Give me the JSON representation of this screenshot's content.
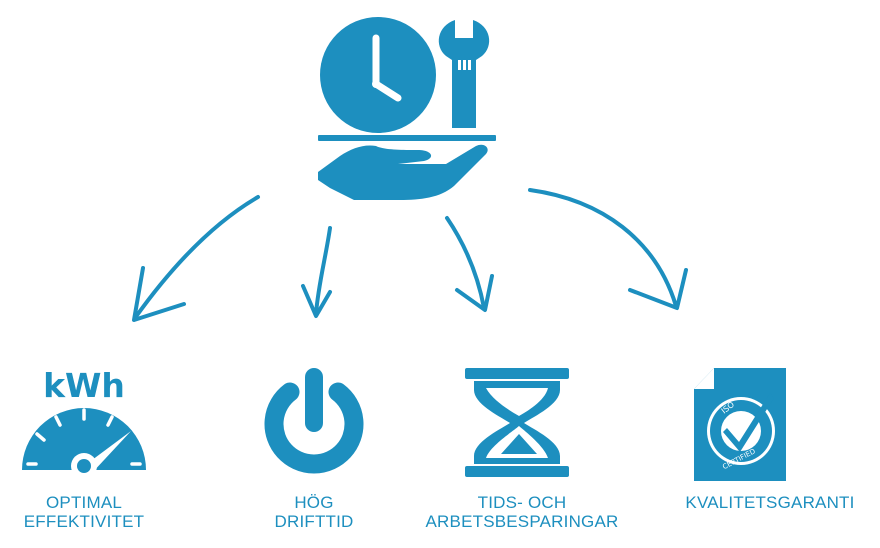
{
  "brand_color": "#1d8fbf",
  "top_icon": {
    "icons": [
      "clock-icon",
      "wrench-icon",
      "serving-hand-icon"
    ]
  },
  "benefits": [
    {
      "icon": "kwh-gauge-icon",
      "icon_text": "kWh",
      "line1": "OPTIMAL",
      "line2": "EFFEKTIVITET"
    },
    {
      "icon": "power-icon",
      "line1": "HÖG",
      "line2": "DRIFTTID"
    },
    {
      "icon": "hourglass-icon",
      "line1": "TIDS- OCH",
      "line2": "ARBETSBESPARINGAR"
    },
    {
      "icon": "iso-certified-icon",
      "badge_top": "ISO",
      "badge_bottom": "CERTIFIED",
      "line1": "KVALITETSGARANTI",
      "line2": ""
    }
  ]
}
